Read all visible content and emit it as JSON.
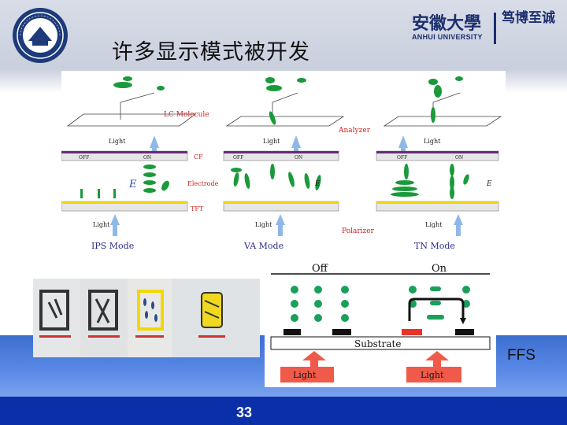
{
  "slide": {
    "title": "许多显示模式被开发",
    "page_number": "33",
    "ffs_label": "FFS"
  },
  "logo": {
    "university_cn": "安徽大學",
    "university_en": "ANHUI UNIVERSITY",
    "motto_line1": "笃博至诚",
    "seal_text": "ANHUI UNIVERSITY"
  },
  "modes_figure": {
    "lc_molecule": "LC Molecule",
    "analyzer": "Analyzer",
    "cf": "CF",
    "electrode": "Electrode",
    "tft": "TFT",
    "polarizer": "Polarizer",
    "light": "Light",
    "off": "OFF",
    "on": "ON",
    "field": "E",
    "ips_mode": "IPS Mode",
    "va_mode": "VA Mode",
    "tn_mode": "TN Mode"
  },
  "ffs_figure": {
    "off": "Off",
    "on": "On",
    "substrate": "Substrate",
    "light": "Light"
  },
  "colors": {
    "lc_green": "#1a9a3a",
    "arrow_blue": "#8fb8e8",
    "cf_purple": "#6a2a7a",
    "tft_yellow": "#f2d800",
    "label_red": "#cc2222",
    "light_red": "#e8332a",
    "footer_blue": "#0a2fa8"
  }
}
